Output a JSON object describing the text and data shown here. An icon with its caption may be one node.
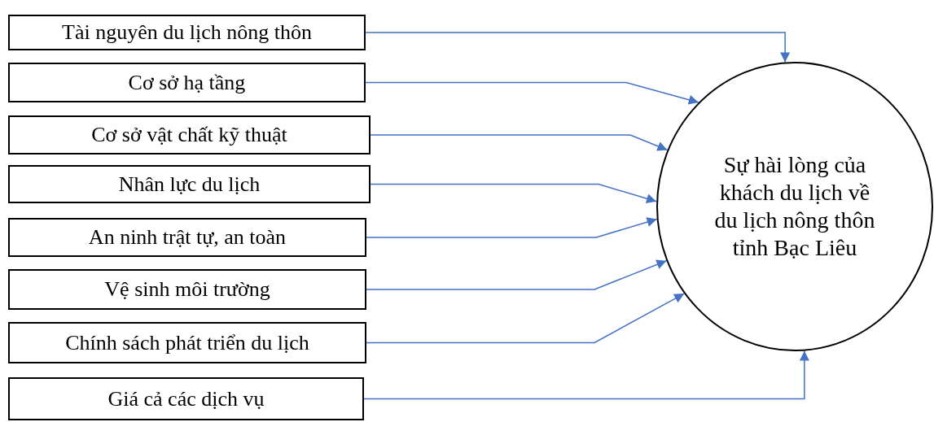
{
  "diagram": {
    "nodes": [
      {
        "text": [
          "Tài nguyên du lịch nông thôn"
        ]
      },
      {
        "text": [
          "Cơ sở hạ tầng"
        ]
      },
      {
        "text": [
          "Cơ sở vật chất kỹ thuật"
        ]
      },
      {
        "text": [
          "Nhân lực du lịch"
        ]
      },
      {
        "text": [
          "An ninh trật tự, an toàn"
        ]
      },
      {
        "text": [
          "Vệ sinh môi trường"
        ]
      },
      {
        "text": [
          "Chính sách phát triển du lịch"
        ]
      },
      {
        "text": [
          "Giá cả các dịch vụ"
        ]
      },
      {
        "text": [
          "Sự hài lòng của khách du lịch về du lịch nông thôn tỉnh Bạc Liêu"
        ]
      }
    ],
    "edges": [
      {
        "from": 0,
        "to": 8,
        "arrow": "to"
      },
      {
        "from": 1,
        "to": 8,
        "arrow": "to"
      },
      {
        "from": 2,
        "to": 8,
        "arrow": "to"
      },
      {
        "from": 3,
        "to": 8,
        "arrow": "to"
      },
      {
        "from": 4,
        "to": 8,
        "arrow": "to"
      },
      {
        "from": 5,
        "to": 8,
        "arrow": "to"
      },
      {
        "from": 6,
        "to": 8,
        "arrow": "to"
      },
      {
        "from": 7,
        "to": 8,
        "arrow": "to"
      }
    ]
  }
}
